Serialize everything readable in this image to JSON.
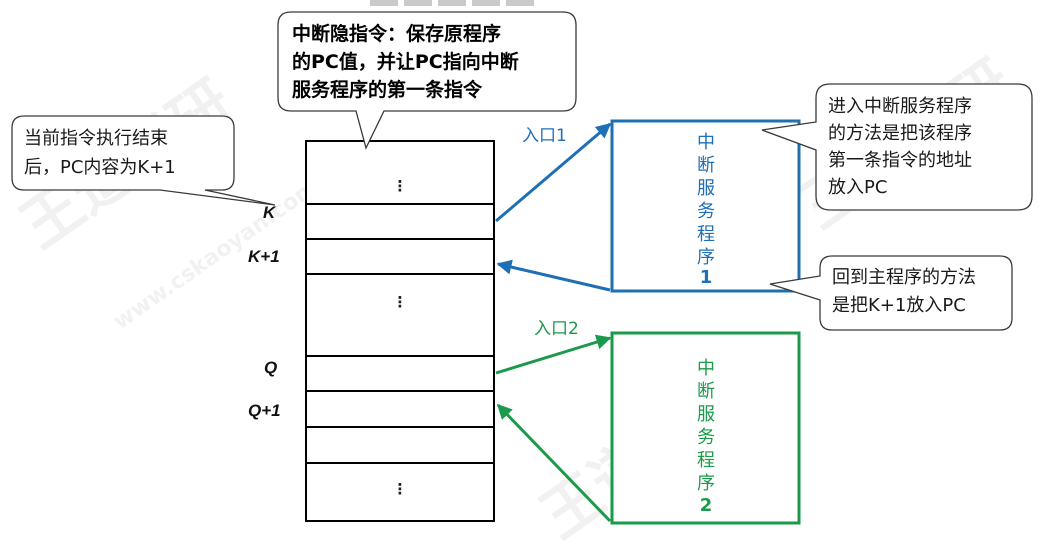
{
  "watermark": {
    "brand": "王道考研",
    "site": "www.cskaoyan.com"
  },
  "memory": {
    "labels": {
      "k": "K",
      "k1": "K+1",
      "q": "Q",
      "q1": "Q+1"
    },
    "ellipsis": "⋮"
  },
  "routine1": {
    "chars": [
      "中",
      "断",
      "服",
      "务",
      "程",
      "序"
    ],
    "number": "1",
    "entry_label": "入口1",
    "color": "#1f6fb5"
  },
  "routine2": {
    "chars": [
      "中",
      "断",
      "服",
      "务",
      "程",
      "序"
    ],
    "number": "2",
    "entry_label": "入口2",
    "color": "#1a9a4a"
  },
  "callouts": {
    "top": {
      "lines": [
        "中断隐指令：保存原程序",
        "的PC值，并让PC指向中断",
        "服务程序的第一条指令"
      ]
    },
    "left": {
      "lines": [
        "当前指令执行结束",
        "后，PC内容为K+1"
      ]
    },
    "right_top": {
      "lines": [
        "进入中断服务程序",
        "的方法是把该程序",
        "第一条指令的地址",
        "放入PC"
      ]
    },
    "right_bottom": {
      "lines": [
        "回到主程序的方法",
        "是把K+1放入PC"
      ]
    }
  }
}
